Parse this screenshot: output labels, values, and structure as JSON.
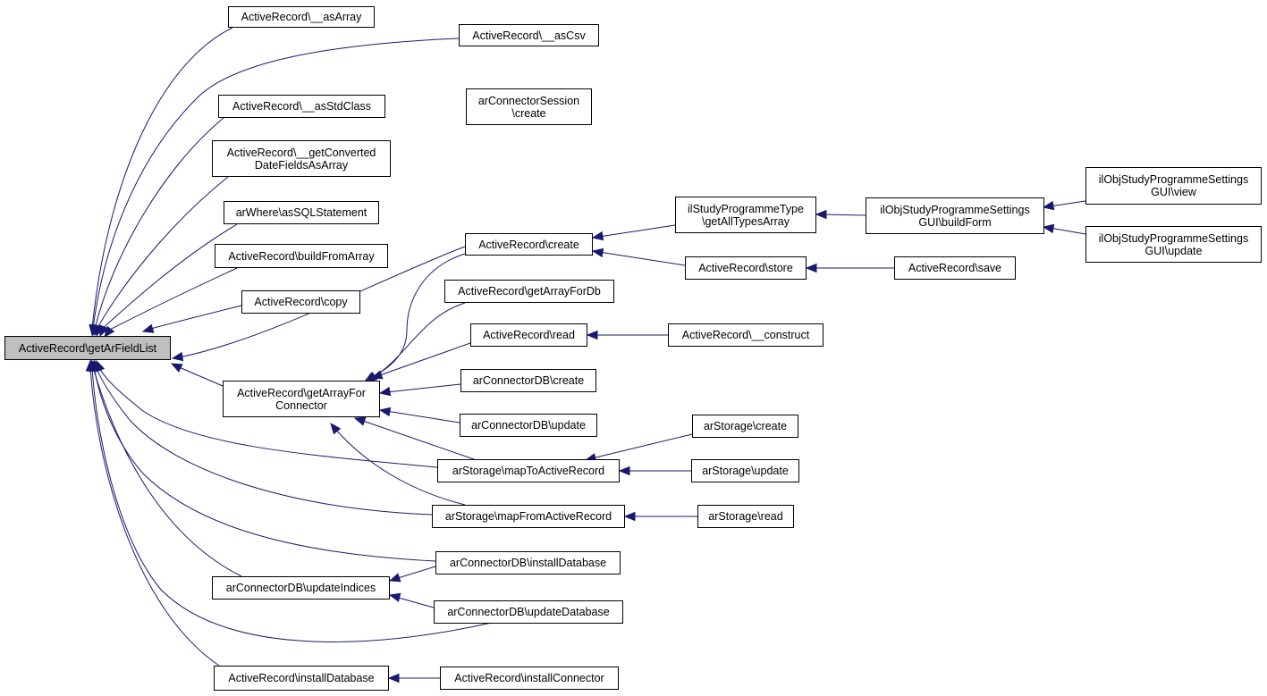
{
  "colors": {
    "edge": "#191970",
    "root_fill": "#bfbfbf",
    "node_fill": "#ffffff",
    "border": "#000000"
  },
  "nodes": {
    "root": "ActiveRecord\\getArFieldList",
    "as_array": "ActiveRecord\\__asArray",
    "as_csv": "ActiveRecord\\__asCsv",
    "as_std_class": "ActiveRecord\\__asStdClass",
    "ar_connector_session_create": "arConnectorSession\n\\create",
    "get_converted_date_fields": "ActiveRecord\\__getConverted\nDateFieldsAsArray",
    "ar_where_as_sql": "arWhere\\asSQLStatement",
    "build_from_array": "ActiveRecord\\buildFromArray",
    "copy": "ActiveRecord\\copy",
    "get_array_for_connector": "ActiveRecord\\getArrayFor\nConnector",
    "create": "ActiveRecord\\create",
    "get_array_for_db": "ActiveRecord\\getArrayForDb",
    "read": "ActiveRecord\\read",
    "ar_connector_db_create": "arConnectorDB\\create",
    "ar_connector_db_update": "arConnectorDB\\update",
    "ar_storage_map_to": "arStorage\\mapToActiveRecord",
    "ar_storage_map_from": "arStorage\\mapFromActiveRecord",
    "ar_connector_db_install_database": "arConnectorDB\\installDatabase",
    "ar_connector_db_update_indices": "arConnectorDB\\updateIndices",
    "ar_connector_db_update_database": "arConnectorDB\\updateDatabase",
    "install_database": "ActiveRecord\\installDatabase",
    "install_connector": "ActiveRecord\\installConnector",
    "il_study_programme_type": "ilStudyProgrammeType\n\\getAllTypesArray",
    "store": "ActiveRecord\\store",
    "construct": "ActiveRecord\\__construct",
    "ar_storage_create": "arStorage\\create",
    "ar_storage_update": "arStorage\\update",
    "ar_storage_read": "arStorage\\read",
    "il_obj_build_form": "ilObjStudyProgrammeSettings\nGUI\\buildForm",
    "save": "ActiveRecord\\save",
    "il_obj_view": "ilObjStudyProgrammeSettings\nGUI\\view",
    "il_obj_update": "ilObjStudyProgrammeSettings\nGUI\\update"
  }
}
